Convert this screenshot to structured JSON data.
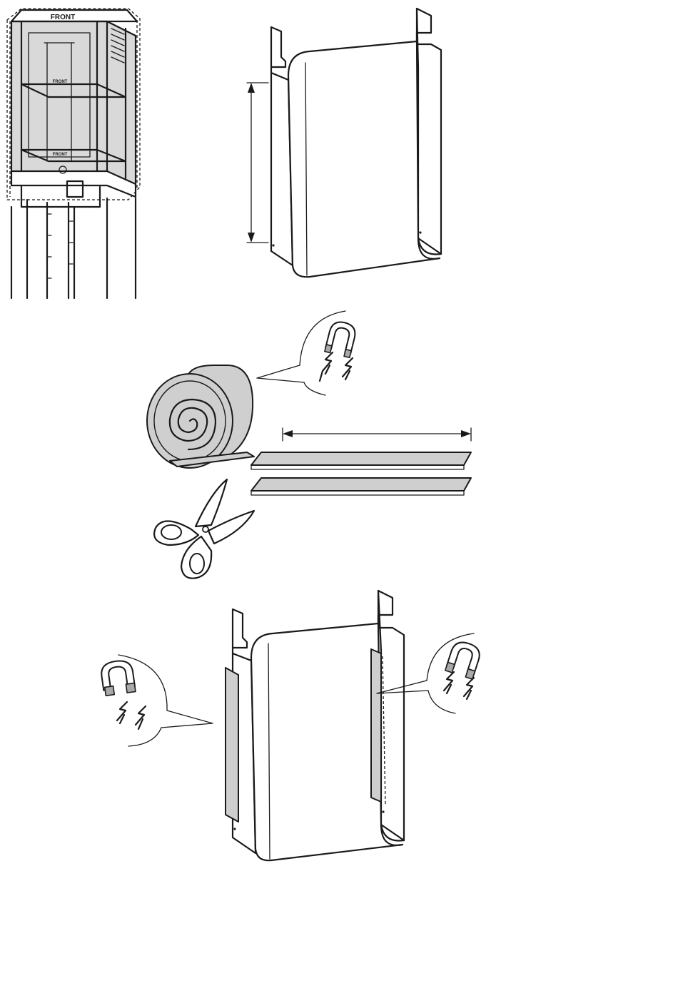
{
  "rack_labels": {
    "front_top": "FRONT",
    "front_middle": "FRONT",
    "front_bottom": "FRONT"
  },
  "colors": {
    "line": "#1a1a1a",
    "magnetic_strip": "#cfcfcf",
    "background": "#ffffff"
  },
  "icons": {
    "magnet_roll_callout": "magnet-icon",
    "magnet_left_callout": "magnet-icon",
    "magnet_right_callout": "magnet-icon",
    "scissors": "scissors-icon"
  }
}
